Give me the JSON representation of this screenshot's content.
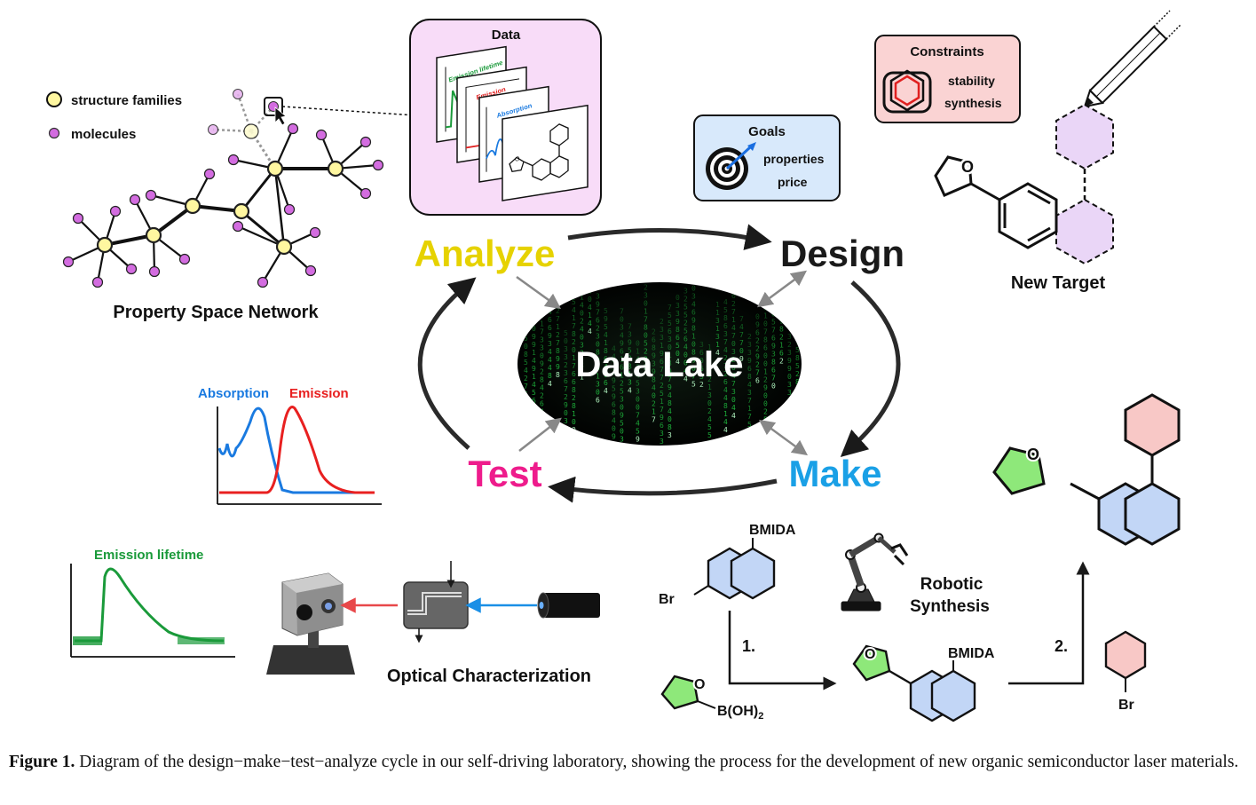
{
  "cycle": {
    "analyze": "Analyze",
    "design": "Design",
    "make": "Make",
    "test": "Test",
    "center": "Data Lake",
    "colors": {
      "analyze": "#e6d200",
      "design": "#1a1a1a",
      "make": "#1aa0e6",
      "test": "#ee1c8c"
    }
  },
  "network": {
    "legend_families": "structure families",
    "legend_molecules": "molecules",
    "label": "Property Space Network"
  },
  "data_panel": {
    "title": "Data",
    "card_lifetime": "Emission lifetime",
    "card_emission": "Emission",
    "card_absorption": "Absorption"
  },
  "goals": {
    "title": "Goals",
    "item1": "properties",
    "item2": "price"
  },
  "constraints": {
    "title": "Constraints",
    "item1": "stability",
    "item2": "synthesis"
  },
  "new_target": {
    "label": "New Target",
    "oxygen": "O"
  },
  "spectra": {
    "absorption": "Absorption",
    "emission": "Emission"
  },
  "lifetime": {
    "label": "Emission lifetime"
  },
  "optical": {
    "label": "Optical Characterization"
  },
  "synthesis": {
    "bmida_1": "BMIDA",
    "br_1": "Br",
    "robotic_1": "Robotic",
    "robotic_2": "Synthesis",
    "step1": "1.",
    "step2": "2.",
    "boronic_o": "O",
    "boronic_label": "B(OH)",
    "boronic_sub": "2",
    "bmida_2": "BMIDA",
    "inter_o": "O",
    "br_2": "Br",
    "final_o": "O"
  },
  "caption": {
    "figure_label": "Figure 1.",
    "text": " Diagram of the design−make−test−analyze cycle in our self-driving laboratory, showing the process for the development of new organic semiconductor laser materials."
  }
}
